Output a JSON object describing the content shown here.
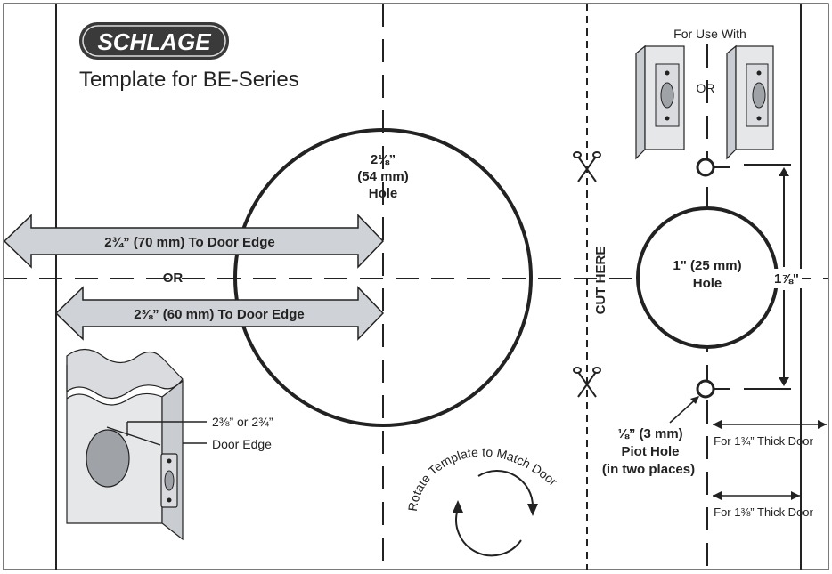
{
  "brand": {
    "logo_text": "SCHLAGE",
    "subtitle": "Template for BE-Series"
  },
  "big_hole": {
    "size": "2⅛”",
    "mm": "(54 mm)",
    "word": "Hole"
  },
  "backset": {
    "long": "2¾” (70 mm) To Door Edge",
    "or": "OR",
    "short": "2⅜” (60 mm) To Door Edge"
  },
  "door_detail": {
    "measure": "2⅜” or 2¾”",
    "edge": "Door Edge"
  },
  "rotate": "Rotate Template to Match Door",
  "cut_here": "CUT HERE",
  "for_use_with": {
    "label": "For Use With",
    "or": "OR"
  },
  "small_hole": {
    "line1": "1\" (25 mm)",
    "line2": "Hole",
    "spacing": "1⅞\""
  },
  "pilot": {
    "line1": "⅛” (3 mm)",
    "line2": "Piot Hole",
    "line3": "(in two places)"
  },
  "door_thickness": {
    "thick": "For 1¾” Thick Door",
    "thin": "For 1⅜” Thick Door"
  },
  "colors": {
    "line": "#222222",
    "arrow_fill": "#cfd2d6",
    "logo_bg": "#3a3a3a"
  },
  "icons": [
    "scissors-icon",
    "rotate-arrows-icon",
    "door-illustration",
    "strike-plate-illustration"
  ]
}
